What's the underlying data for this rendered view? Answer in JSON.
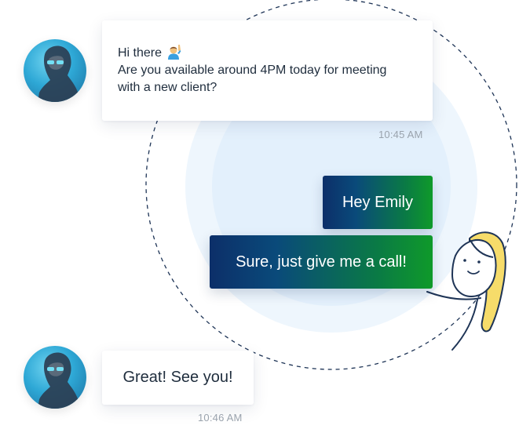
{
  "conversation": {
    "first_message": {
      "greeting": "Hi there",
      "greeting_emoji": "person-raising-hand-emoji",
      "line2": "Are you available around 4PM today for meeting",
      "line3": "with a new client?",
      "time": "10:45 AM"
    },
    "reply_1": "Hey Emily",
    "reply_2": "Sure, just give me a call!",
    "last_message": {
      "text": "Great! See you!",
      "time": "10:46 AM"
    }
  },
  "colors": {
    "bubble_gradient_start": "#0c2f69",
    "bubble_gradient_end": "#0f9a2a",
    "backdrop_circle": "#eaf4fd",
    "dashed_ring": "#1e3456",
    "illustration_hair": "#f6dc6a",
    "text_primary": "#1f2d3d",
    "timestamp": "#9aa3ad"
  }
}
